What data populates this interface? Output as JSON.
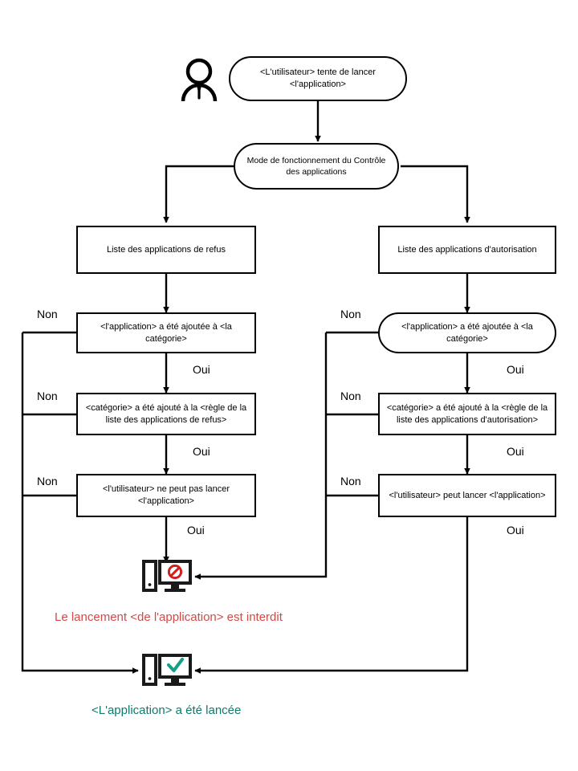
{
  "diagram": {
    "title": "Application Control operating mode flowchart",
    "language": "fr",
    "colors": {
      "line": "#000000",
      "deny_text": "#cf4b47",
      "allow_text": "#0e7a6b",
      "deny_icon": "#cf2020",
      "allow_icon": "#16a085"
    },
    "actor": {
      "name": "user-actor",
      "label": ""
    },
    "nodes": [
      {
        "id": "start",
        "shape": "stadium",
        "text": "<L'utilisateur> tente de lancer <l'application>"
      },
      {
        "id": "mode",
        "shape": "stadium",
        "text": "Mode de fonctionnement du Contrôle des applications"
      },
      {
        "id": "deny_list",
        "shape": "rect",
        "text": "Liste des applications de refus"
      },
      {
        "id": "allow_list",
        "shape": "rect",
        "text": "Liste des applications d'autorisation"
      },
      {
        "id": "deny_q1",
        "shape": "rect",
        "text": "<l'application> a été ajoutée à <la catégorie>"
      },
      {
        "id": "allow_q1",
        "shape": "stadium",
        "text": "<l'application> a été ajoutée à <la catégorie>"
      },
      {
        "id": "deny_q2",
        "shape": "rect",
        "text": "<catégorie> a été ajouté à la <règle de la liste des applications de refus>"
      },
      {
        "id": "allow_q2",
        "shape": "rect",
        "text": "<catégorie> a été ajouté à la <règle de la liste des applications d'autorisation>"
      },
      {
        "id": "deny_q3",
        "shape": "rect",
        "text": "<l'utilisateur> ne peut pas lancer <l'application>"
      },
      {
        "id": "allow_q3",
        "shape": "rect",
        "text": "<l'utilisateur> peut lancer <l'application>"
      }
    ],
    "edge_labels": {
      "left_non_1": "Non",
      "left_non_2": "Non",
      "left_non_3": "Non",
      "left_oui_1": "Oui",
      "left_oui_2": "Oui",
      "left_oui_3": "Oui",
      "right_non_1": "Non",
      "right_non_2": "Non",
      "right_non_3": "Non",
      "right_oui_1": "Oui",
      "right_oui_2": "Oui",
      "right_oui_3": "Oui"
    },
    "outcomes": [
      {
        "id": "denied",
        "icon": "computer-blocked-icon",
        "text": "Le lancement <de l'application> est interdit"
      },
      {
        "id": "allowed",
        "icon": "computer-check-icon",
        "text": "<L'application> a été lancée"
      }
    ]
  }
}
